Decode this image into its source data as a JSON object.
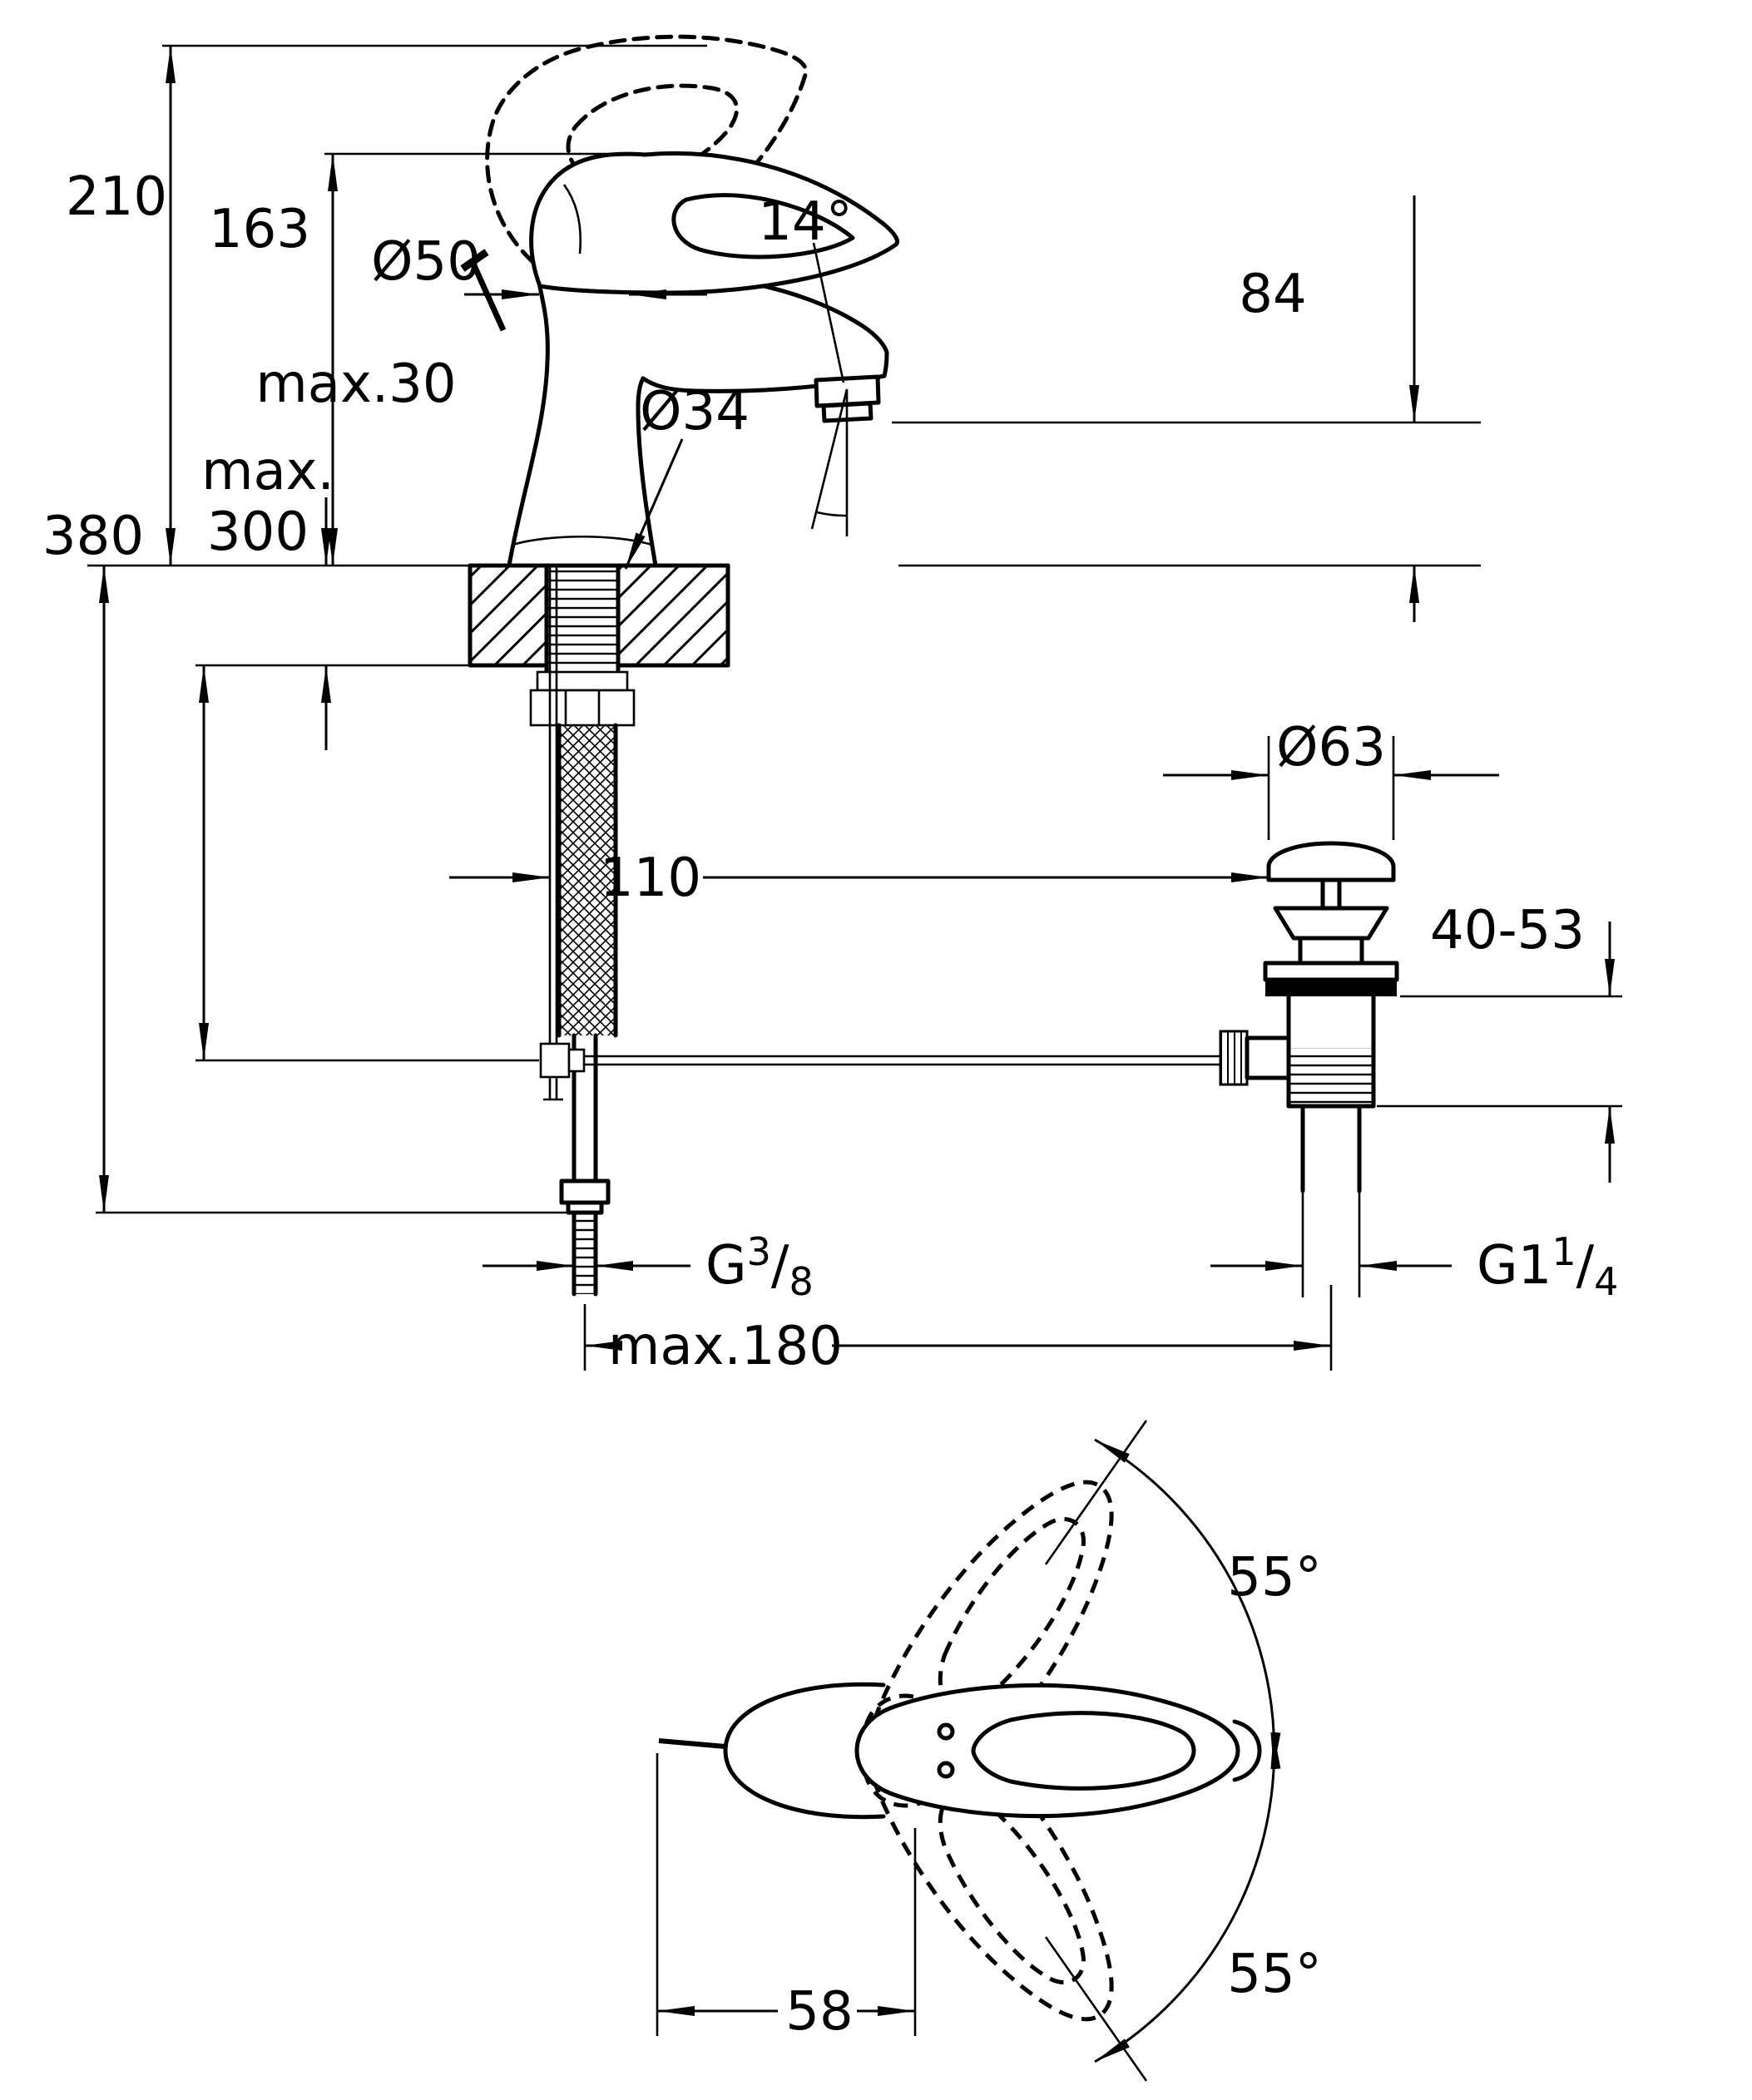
{
  "diagram": {
    "background": "#ffffff",
    "line_color": "#000000",
    "side_view": {
      "overall_height": "210",
      "handle_height": "163",
      "body_diameter": "Ø50",
      "spout_angle": "14°",
      "spout_height": "84",
      "deck_thickness": "max.30",
      "hole_diameter": "Ø34",
      "hose_max_label": "max.",
      "hose_max_value": "300",
      "total_below_height": "380",
      "rod_to_waste": "110",
      "waste_diameter": "Ø63",
      "waste_deck_thickness": "40-53",
      "supply_thread": {
        "prefix": "G",
        "sup": "3",
        "slash": "/",
        "sub": "8"
      },
      "waste_thread": {
        "prefix": "G1",
        "sup": "1",
        "slash": "/",
        "sub": "4"
      },
      "max_spacing": "max.180"
    },
    "top_view": {
      "handle_swing_upper": "55°",
      "handle_swing_lower": "55°",
      "handle_offset": "58"
    }
  }
}
